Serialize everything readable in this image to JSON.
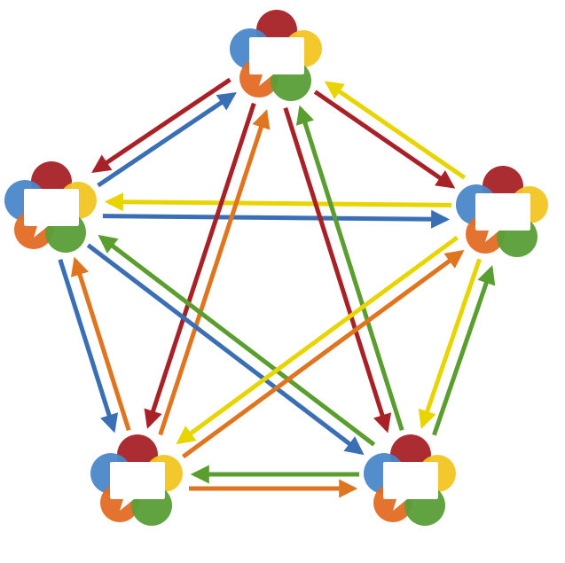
{
  "diagram": {
    "type": "mesh-network",
    "node_icon": "webrtc-logo-icon",
    "colors": {
      "red": "#a72126",
      "blue": "#3a6fb5",
      "yellow": "#e8d500",
      "orange": "#e07520",
      "green": "#5a9e2f"
    },
    "logo_colors": {
      "red": "#a72126",
      "blue": "#4a87c9",
      "yellow": "#f2c521",
      "orange": "#e36b24",
      "green": "#5a9e37"
    },
    "nodes": [
      {
        "id": "top"
      },
      {
        "id": "left"
      },
      {
        "id": "right"
      },
      {
        "id": "bottom-left"
      },
      {
        "id": "bottom-right"
      }
    ],
    "edges": [
      {
        "from": "top",
        "to": "left",
        "color": "red"
      },
      {
        "from": "left",
        "to": "top",
        "color": "blue"
      },
      {
        "from": "top",
        "to": "right",
        "color": "red"
      },
      {
        "from": "right",
        "to": "top",
        "color": "yellow"
      },
      {
        "from": "right",
        "to": "left",
        "color": "yellow"
      },
      {
        "from": "left",
        "to": "right",
        "color": "blue"
      },
      {
        "from": "top",
        "to": "bottom-left",
        "color": "red"
      },
      {
        "from": "bottom-left",
        "to": "top",
        "color": "orange"
      },
      {
        "from": "top",
        "to": "bottom-right",
        "color": "red"
      },
      {
        "from": "bottom-right",
        "to": "top",
        "color": "green"
      },
      {
        "from": "left",
        "to": "bottom-left",
        "color": "blue"
      },
      {
        "from": "bottom-left",
        "to": "left",
        "color": "orange"
      },
      {
        "from": "left",
        "to": "bottom-right",
        "color": "blue"
      },
      {
        "from": "bottom-right",
        "to": "left",
        "color": "green"
      },
      {
        "from": "right",
        "to": "bottom-left",
        "color": "yellow"
      },
      {
        "from": "bottom-left",
        "to": "right",
        "color": "orange"
      },
      {
        "from": "right",
        "to": "bottom-right",
        "color": "yellow"
      },
      {
        "from": "bottom-right",
        "to": "right",
        "color": "green"
      },
      {
        "from": "bottom-right",
        "to": "bottom-left",
        "color": "green"
      },
      {
        "from": "bottom-left",
        "to": "bottom-right",
        "color": "orange"
      }
    ]
  }
}
